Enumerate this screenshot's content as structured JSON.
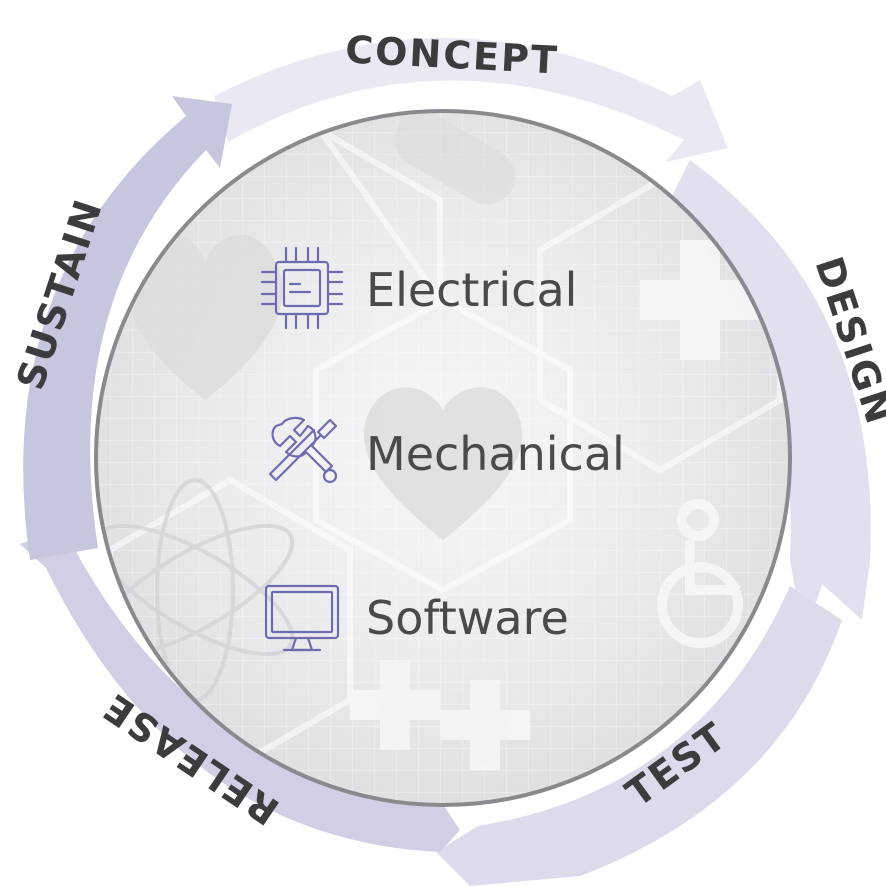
{
  "stages": [
    {
      "label": "CONCEPT"
    },
    {
      "label": "DESIGN"
    },
    {
      "label": "TEST"
    },
    {
      "label": "RELEASE"
    },
    {
      "label": "SUSTAIN"
    }
  ],
  "disciplines": [
    {
      "label": "Electrical",
      "icon": "microchip-icon"
    },
    {
      "label": "Mechanical",
      "icon": "wrench-screwdriver-icon"
    },
    {
      "label": "Software",
      "icon": "monitor-icon"
    }
  ],
  "colors": {
    "arrow_light": "#e9e8f3",
    "arrow_mid": "#dcdbeb",
    "arrow_dark": "#c7c6df",
    "stage_text": "#3c3c3e",
    "discipline_text": "#4a4a4c",
    "icon": "#6e6cb0",
    "circle_border": "#8a8a8e",
    "circle_fill": "#e4e4e6"
  }
}
